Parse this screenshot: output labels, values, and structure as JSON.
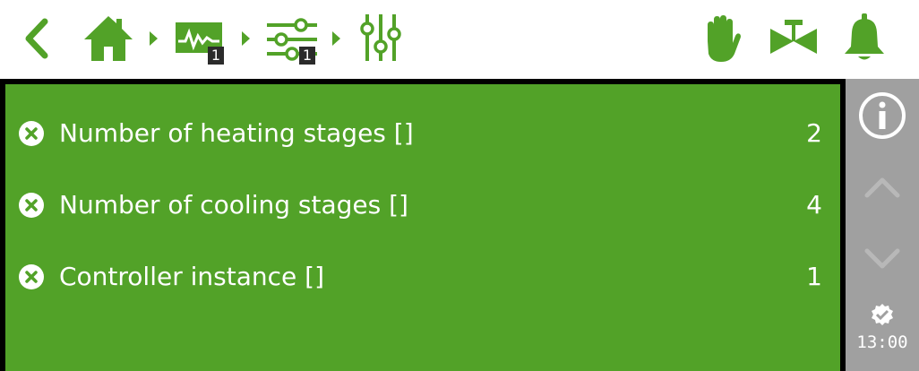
{
  "colors": {
    "accent": "#52a228",
    "panel_bg": "#52a228",
    "sidebar_bg": "#a0a0a0",
    "badge_bg": "#2b2b2b"
  },
  "topbar": {
    "back_icon": "chevron-left-icon",
    "home_icon": "home-icon",
    "trend_icon": "trend-chart-icon",
    "trend_badge": "1",
    "settings_icon": "settings-sliders-icon",
    "settings_badge": "1",
    "mixer_icon": "vertical-sliders-icon",
    "hand_icon": "manual-hand-icon",
    "valve_icon": "valve-icon",
    "bell_icon": "alarm-bell-icon"
  },
  "parameters": [
    {
      "label": "Number of heating stages []",
      "value": "2"
    },
    {
      "label": "Number of cooling stages []",
      "value": "4"
    },
    {
      "label": "Controller instance []",
      "value": "1"
    }
  ],
  "sidebar": {
    "info_icon": "info-icon",
    "up_icon": "chevron-up-icon",
    "down_icon": "chevron-down-icon",
    "status_icon": "check-badge-icon",
    "time": "13:00"
  }
}
